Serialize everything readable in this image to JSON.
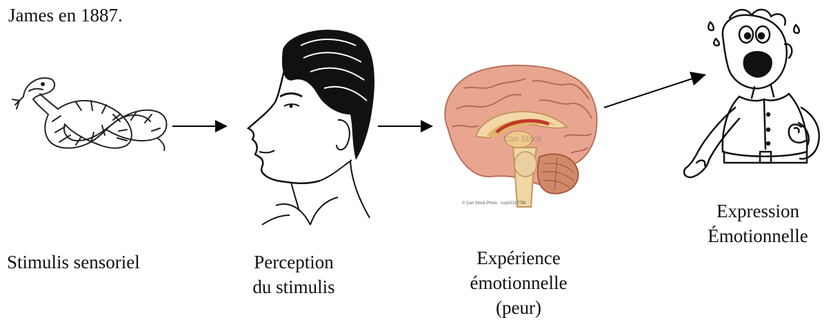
{
  "header": {
    "caption": "James en 1887."
  },
  "steps": [
    {
      "label": "Stimulis sensoriel",
      "icon": "snake-icon"
    },
    {
      "label_line1": "Perception",
      "label_line2": "du stimulis",
      "icon": "face-profile-icon"
    },
    {
      "label_line1": "Expérience",
      "label_line2": "émotionnelle",
      "label_line3": "(peur)",
      "icon": "brain-icon"
    },
    {
      "label_line1": "Expression",
      "label_line2": "Émotionnelle",
      "icon": "frightened-man-icon"
    }
  ],
  "brain_watermark": "© Can Stock Photo - csp15217736",
  "brain_watermark_center": "Can Stock"
}
